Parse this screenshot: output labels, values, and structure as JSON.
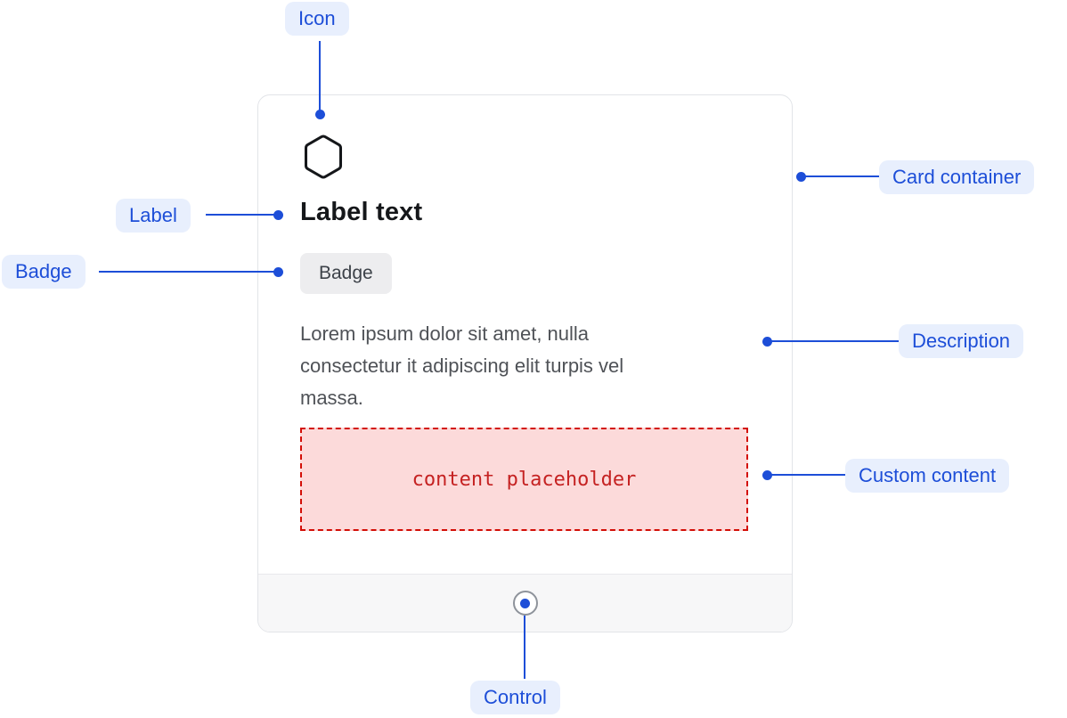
{
  "diagram": {
    "type": "component-anatomy",
    "component": "card"
  },
  "annotations": {
    "icon": "Icon",
    "label": "Label",
    "badge": "Badge",
    "card_container": "Card container",
    "description": "Description",
    "custom_content": "Custom content",
    "control": "Control"
  },
  "card": {
    "icon": "hexagon-icon",
    "label_text": "Label text",
    "badge_text": "Badge",
    "description_lines": [
      "Lorem ipsum dolor sit amet, nulla",
      "consectetur it adipiscing elit turpis vel",
      "massa."
    ],
    "placeholder_text": "content placeholder",
    "control_icon": "circle-button"
  },
  "colors": {
    "annotation_blue": "#1d4ed8",
    "annotation_pill_bg": "#e8effd",
    "card_border": "#e2e4e8",
    "footer_bg": "#f7f7f8",
    "badge_bg": "#ededef",
    "placeholder_bg": "#fcdada",
    "placeholder_border": "#d30e06",
    "placeholder_text": "#c52222"
  }
}
